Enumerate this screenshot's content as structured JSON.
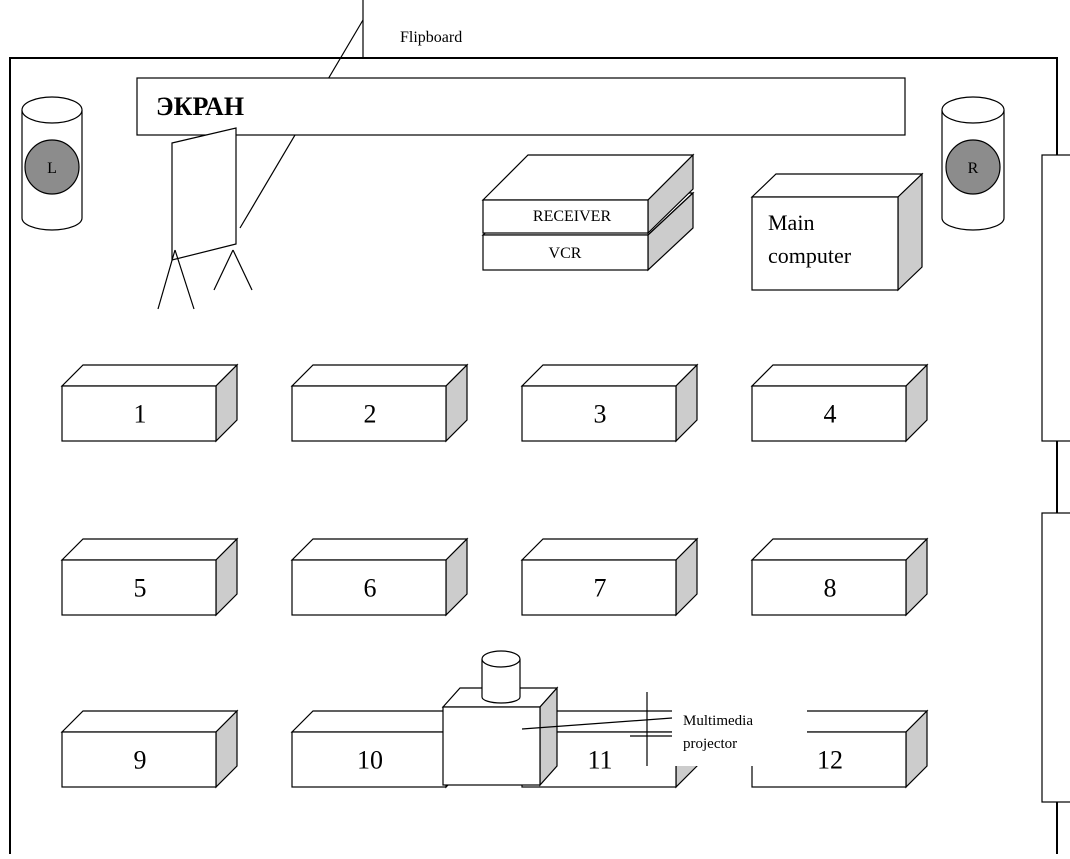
{
  "flipboard_label": "Flipboard",
  "screen_label": "ЭКРАН",
  "speakers": {
    "left": "L",
    "right": "R"
  },
  "equipment": {
    "receiver": "RECEIVER",
    "vcr": "VCR",
    "main_computer_line1": "Main",
    "main_computer_line2": "computer"
  },
  "projector": {
    "line1": "Multimedia",
    "line2": "projector"
  },
  "desks": [
    "1",
    "2",
    "3",
    "4",
    "5",
    "6",
    "7",
    "8",
    "9",
    "10",
    "11",
    "12"
  ],
  "colors": {
    "speaker_circle": "#8c8c8c",
    "box_side": "#cccccc",
    "line": "#000000"
  }
}
